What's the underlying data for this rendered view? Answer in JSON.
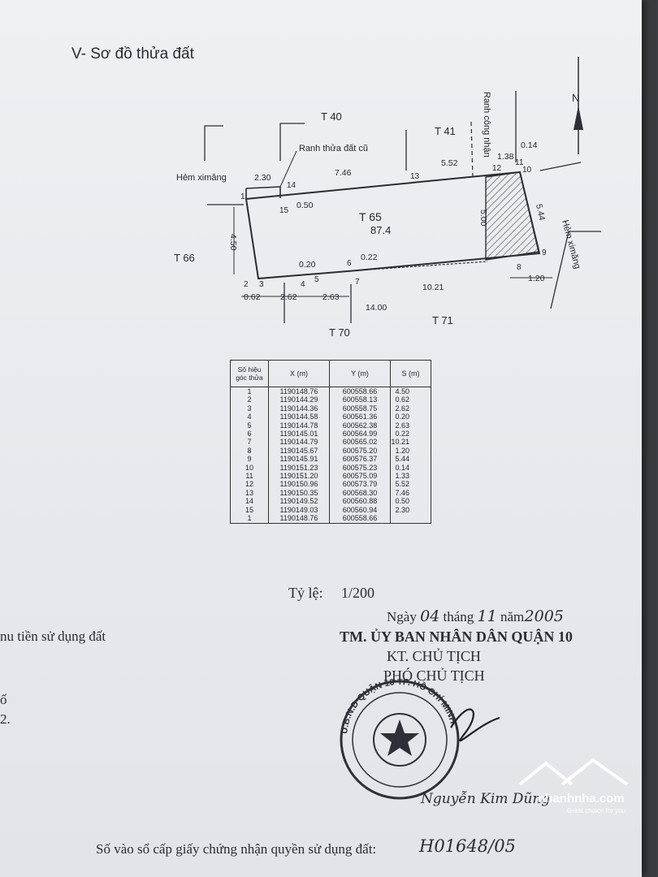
{
  "section_title": "V- Sơ đồ thửa đất",
  "plan": {
    "sheet_labels": {
      "t40": "T 40",
      "t41": "T 41",
      "t65": "T 65",
      "area": "87.4",
      "t66": "T 66",
      "t70": "T 70",
      "t71": "T 71"
    },
    "notes": {
      "old_boundary": "Ranh thửa đất cũ",
      "boundary": "Ranh công nhận",
      "alley_left": "Hẻm ximăng",
      "alley_right": "Hẻm ximăng"
    },
    "points": [
      "1",
      "2",
      "3",
      "4",
      "5",
      "6",
      "7",
      "8",
      "9",
      "10",
      "11",
      "12",
      "13",
      "14",
      "15"
    ],
    "dims": [
      "2.30",
      "7.46",
      "5.52",
      "1.38",
      "0.14",
      "0.50",
      "5.44",
      "4.50",
      "0.20",
      "0.22",
      "10.21",
      "1.20",
      "0.62",
      "2.62",
      "2.63",
      "14.00",
      "5.00"
    ]
  },
  "table": {
    "headers": [
      "Số hiệu góc thửa",
      "X (m)",
      "Y (m)",
      "S (m)"
    ],
    "rows": [
      [
        "1",
        "1190148.76",
        "600558.66",
        "4.50"
      ],
      [
        "2",
        "1190144.29",
        "600558.13",
        "0.62"
      ],
      [
        "3",
        "1190144.36",
        "600558.75",
        "2.62"
      ],
      [
        "4",
        "1190144.58",
        "600561.36",
        "0.20"
      ],
      [
        "5",
        "1190144.78",
        "600562.38",
        "2.63"
      ],
      [
        "6",
        "1190145.01",
        "600564.99",
        "0.22"
      ],
      [
        "7",
        "1190144.79",
        "600565.02",
        "10.21"
      ],
      [
        "8",
        "1190145.67",
        "600575.20",
        "1.20"
      ],
      [
        "9",
        "1190145.91",
        "600576.37",
        "5.44"
      ],
      [
        "10",
        "1190151.23",
        "600575.23",
        "0.14"
      ],
      [
        "11",
        "1190151.20",
        "600575.09",
        "1.33"
      ],
      [
        "12",
        "1190150.96",
        "600573.79",
        "5.52"
      ],
      [
        "13",
        "1190150.35",
        "600568.30",
        "7.46"
      ],
      [
        "14",
        "1190149.52",
        "600560.88",
        "0.50"
      ],
      [
        "15",
        "1190149.03",
        "600560.94",
        "2.30"
      ],
      [
        "1",
        "1190148.76",
        "600558.66",
        ""
      ]
    ]
  },
  "scale": {
    "label": "Tỷ lệ:",
    "value": "1/200"
  },
  "date": {
    "prefix": "Ngày",
    "day": "04",
    "month_label": "tháng",
    "month": "11",
    "year_label": "năm",
    "year": "2005"
  },
  "left_cutoff": {
    "fee": "nu tiền sử dụng đất",
    "a": "ố",
    "b": "2."
  },
  "authority": {
    "org": "TM. ỦY BAN NHÂN DÂN QUẬN 10",
    "kt": "KT. CHỦ TỊCH",
    "vice": "PHÓ CHỦ TỊCH"
  },
  "seal": {
    "text": "U.B.N.D QUẬN 10 TP. HỒ CHÍ MINH"
  },
  "signer": "Nguyễn Kim Dũng",
  "register": {
    "label": "Số vào sổ cấp giấy chứng nhận quyền sử dụng đất:",
    "number": "H01648/05"
  },
  "watermark": {
    "brand": "nhanhnha.com",
    "tagline": "Great choice for you"
  },
  "colors": {
    "paper": "#eceef1",
    "ink": "#26272c",
    "watermark": "#ffffff"
  }
}
